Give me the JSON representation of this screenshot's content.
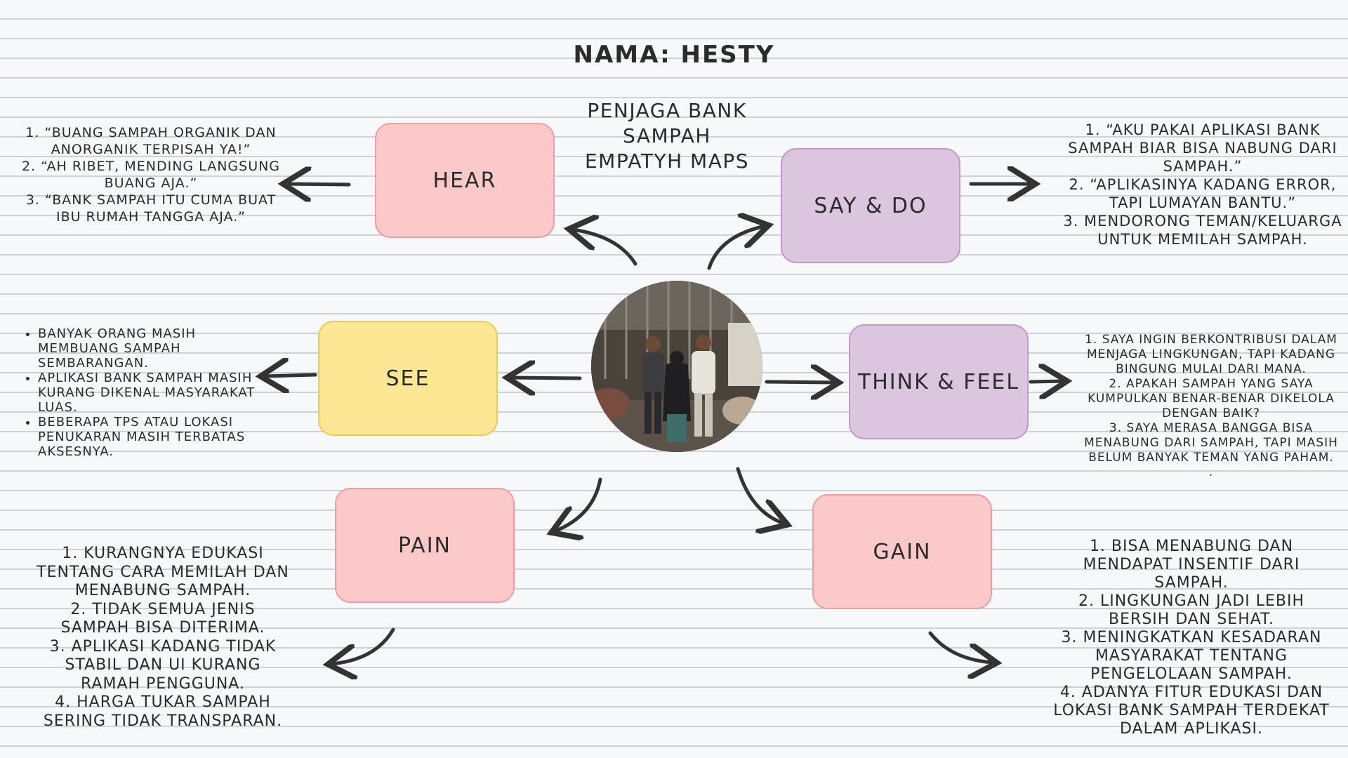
{
  "header": {
    "title": "NAMA: HESTY",
    "subtitle_lines": [
      "PENJAGA BANK",
      "SAMPAH",
      "EMPATYH MAPS"
    ]
  },
  "boxes": {
    "hear": "HEAR",
    "say_do": "SAY & DO",
    "see": "SEE",
    "think_feel": "THINK & FEEL",
    "pain": "PAIN",
    "gain": "GAIN"
  },
  "hear_notes": [
    "1. “BUANG SAMPAH ORGANIK DAN ANORGANIK TERPISAH YA!”",
    "2. “AH RIBET, MENDING LANGSUNG BUANG AJA.”",
    "3. “BANK SAMPAH ITU CUMA BUAT IBU RUMAH TANGGA AJA.”"
  ],
  "say_do_notes": [
    "1.  “AKU PAKAI APLIKASI BANK SAMPAH BIAR BISA NABUNG DARI SAMPAH.”",
    "2.  “APLIKASINYA KADANG ERROR, TAPI LUMAYAN BANTU.”",
    "3.  MENDORONG TEMAN/KELUARGA UNTUK MEMILAH SAMPAH."
  ],
  "see_notes": [
    "BANYAK ORANG MASIH MEMBUANG SAMPAH SEMBARANGAN.",
    "APLIKASI BANK SAMPAH MASIH KURANG DIKENAL MASYARAKAT LUAS.",
    "BEBERAPA TPS ATAU LOKASI PENUKARAN MASIH TERBATAS AKSESNYA."
  ],
  "think_feel_notes": [
    "1.  SAYA INGIN BERKONTRIBUSI DALAM MENJAGA LINGKUNGAN, TAPI KADANG BINGUNG MULAI DARI MANA.",
    "2.  APAKAH SAMPAH YANG SAYA KUMPULKAN BENAR-BENAR DIKELOLA DENGAN BAIK?",
    "3.  SAYA MERASA BANGGA BISA MENABUNG DARI SAMPAH, TAPI MASIH BELUM BANYAK TEMAN YANG PAHAM.",
    "."
  ],
  "pain_notes": [
    "1.  KURANGNYA EDUKASI TENTANG CARA MEMILAH DAN MENABUNG SAMPAH.",
    "2. TIDAK SEMUA JENIS SAMPAH BISA DITERIMA.",
    "3.  APLIKASI KADANG TIDAK STABIL DAN UI KURANG RAMAH PENGGUNA.",
    "4.  HARGA TUKAR SAMPAH SERING TIDAK TRANSPARAN."
  ],
  "gain_notes": [
    "1.  BISA MENABUNG DAN MENDAPAT INSENTIF DARI SAMPAH.",
    "2.  LINGKUNGAN JADI LEBIH BERSIH DAN SEHAT.",
    "3. MENINGKATKAN KESADARAN MASYARAKAT TENTANG PENGELOLAAN SAMPAH.",
    "4.  ADANYA FITUR EDUKASI DAN LOKASI BANK SAMPAH TERDEKAT DALAM APLIKASI."
  ],
  "colors": {
    "pink": "#fcc9cb",
    "purple": "#dbc5df",
    "yellow": "#fde794",
    "ink": "#2b2b2b",
    "line": "#c9d2de"
  }
}
